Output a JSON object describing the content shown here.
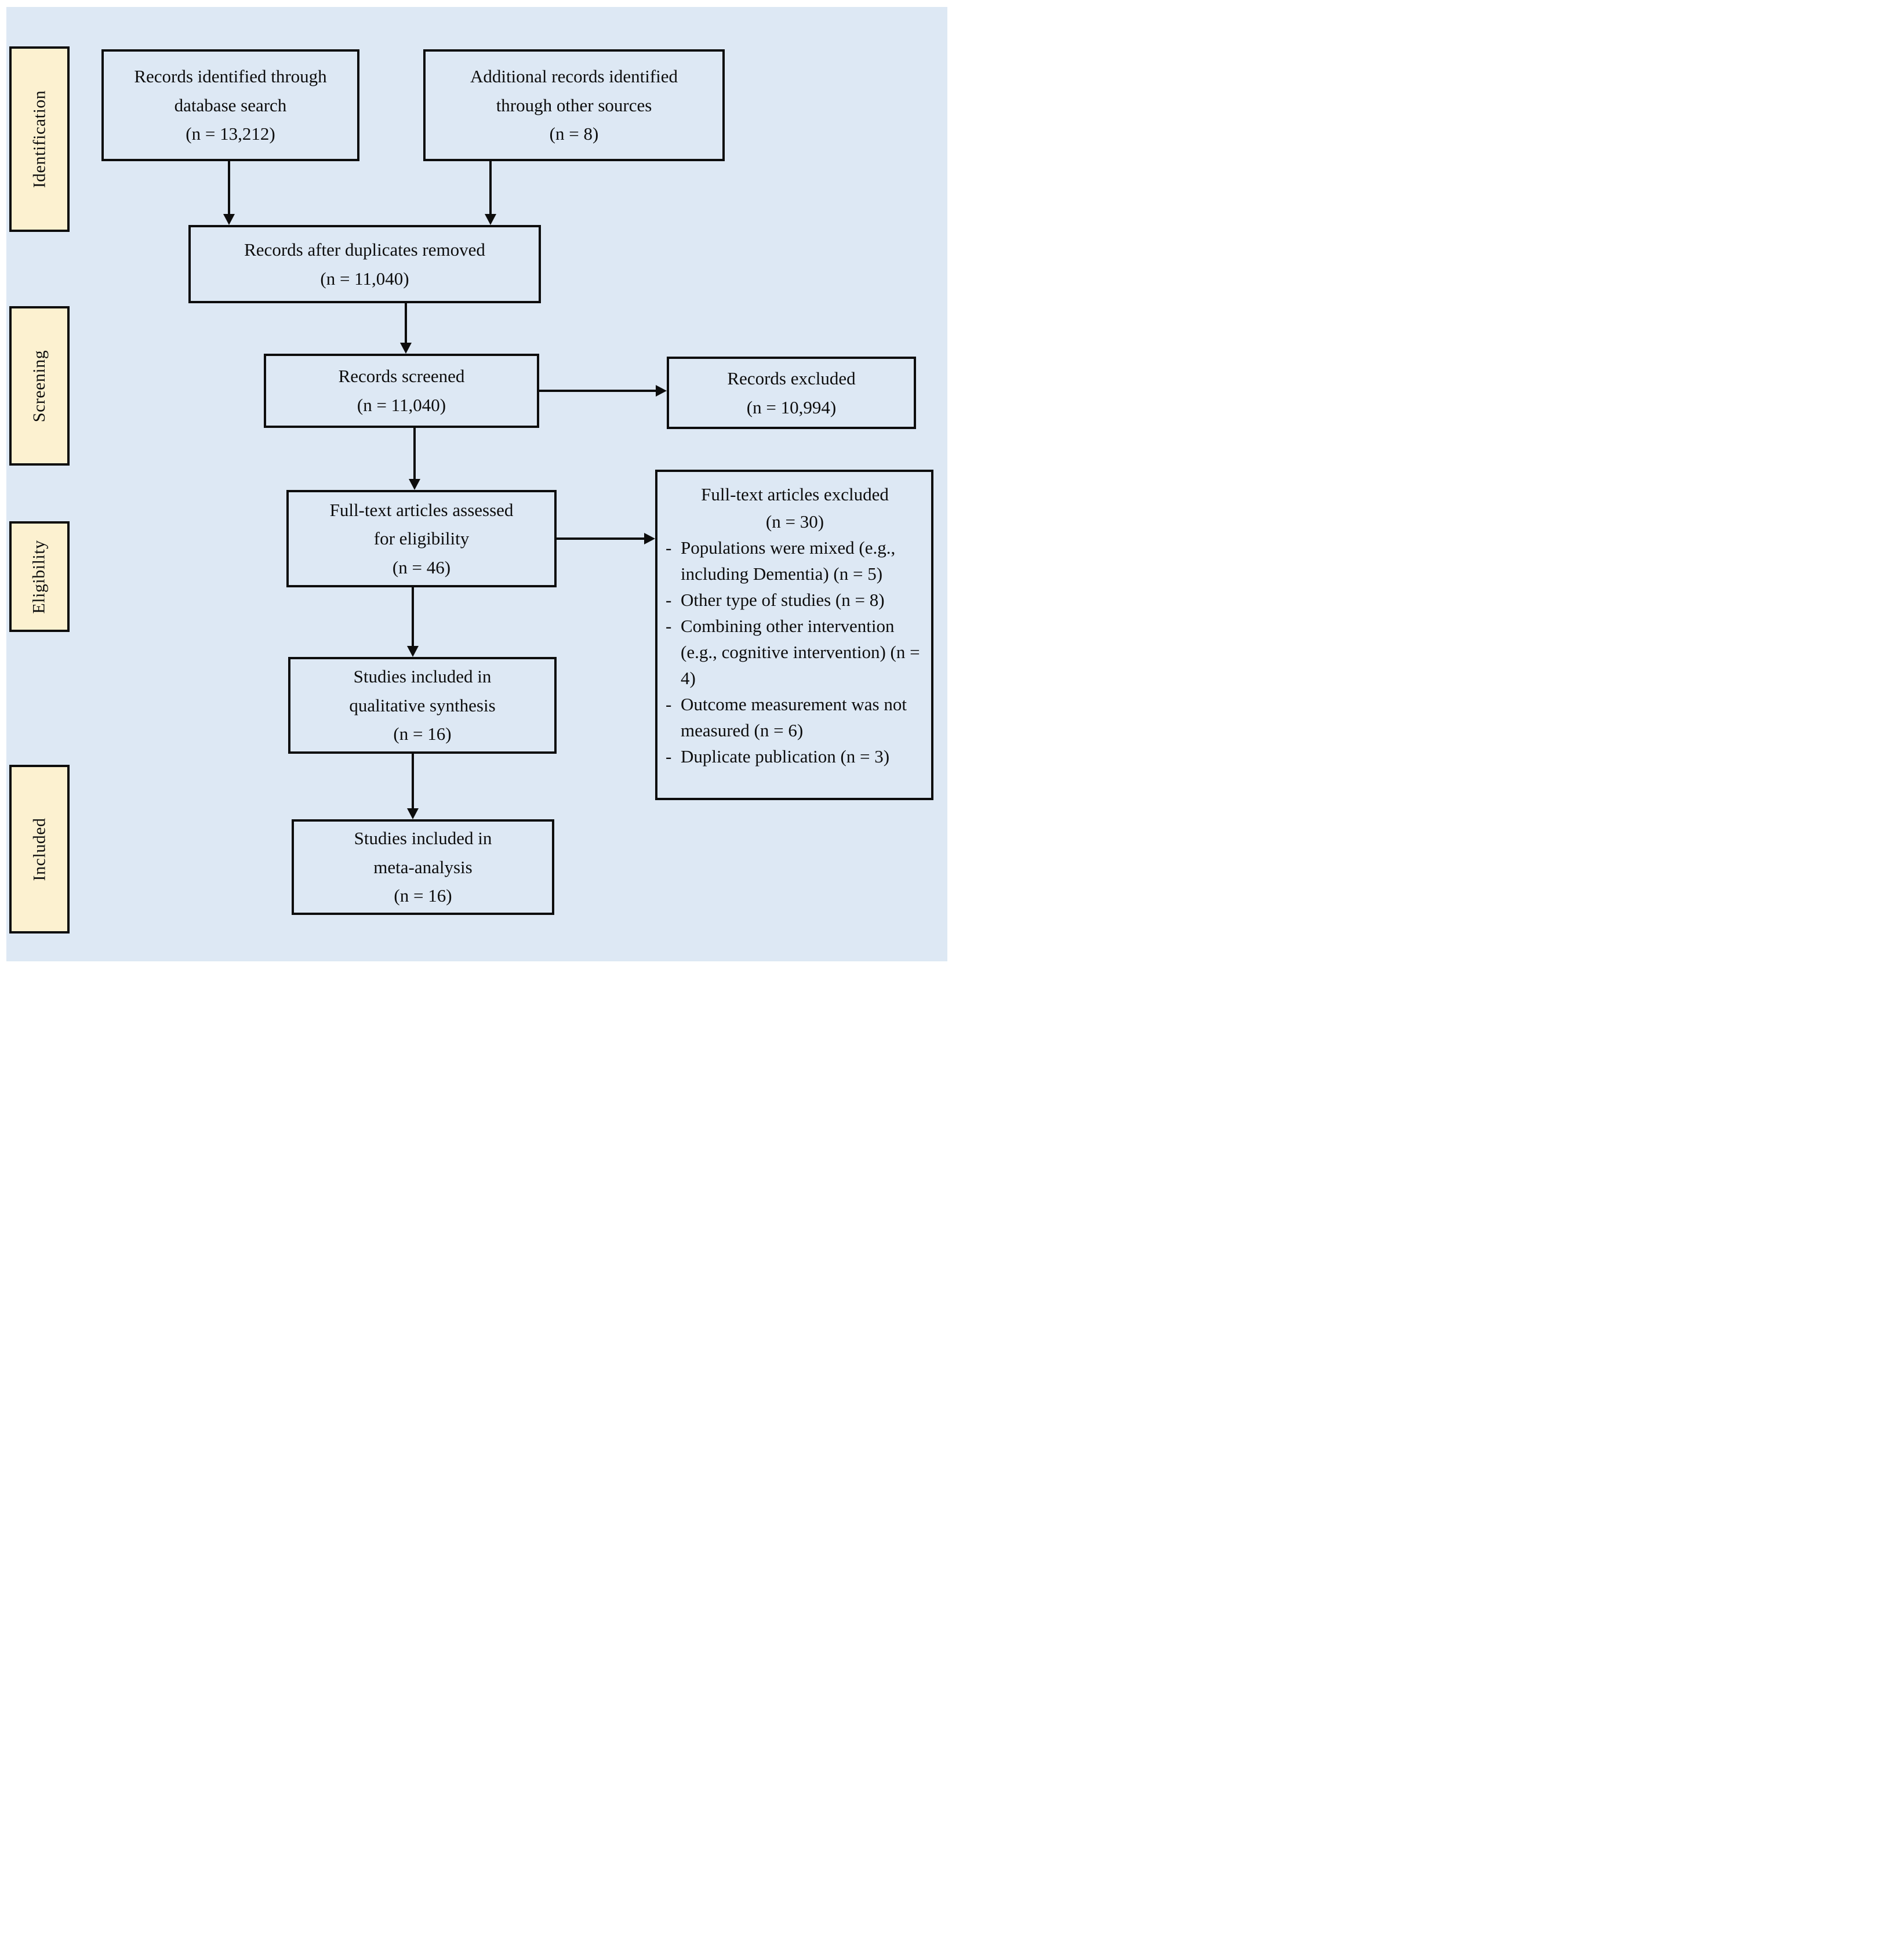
{
  "diagram": {
    "colors": {
      "background_panel": "#dde8f4",
      "stage_fill": "#fcf1d0",
      "line_and_border": "#0d0d0d"
    },
    "stages": [
      {
        "label": "Identification"
      },
      {
        "label": "Screening"
      },
      {
        "label": "Eligibility"
      },
      {
        "label": "Included"
      }
    ],
    "boxes": {
      "identified": {
        "lines": [
          "Records identified through",
          "database search",
          "(n = 13,212)"
        ]
      },
      "additional": {
        "lines": [
          "Additional records identified",
          "through other sources",
          "(n = 8)"
        ]
      },
      "deduplicated": {
        "lines": [
          "Records after duplicates removed",
          "(n = 11,040)"
        ]
      },
      "screened": {
        "lines": [
          "Records screened",
          "(n = 11,040)"
        ]
      },
      "records_excluded": {
        "lines": [
          "Records excluded",
          "(n = 10,994)"
        ]
      },
      "fulltext_assessed": {
        "lines": [
          "Full-text articles assessed",
          "for eligibility",
          "(n = 46)"
        ]
      },
      "fulltext_excluded": {
        "title_lines": [
          "Full-text articles excluded",
          "(n = 30)"
        ],
        "bullet": "-",
        "reasons": [
          "Populations were mixed (e.g., including Dementia) (n = 5)",
          "Other type of studies (n = 8)",
          "Combining other intervention (e.g., cognitive intervention) (n = 4)",
          "Outcome measurement was not measured (n = 6)",
          "Duplicate publication (n = 3)"
        ]
      },
      "qualitative": {
        "lines": [
          "Studies included in",
          "qualitative synthesis",
          "(n = 16)"
        ]
      },
      "meta_analysis": {
        "lines": [
          "Studies included in",
          "meta-analysis",
          "(n = 16)"
        ]
      }
    }
  }
}
